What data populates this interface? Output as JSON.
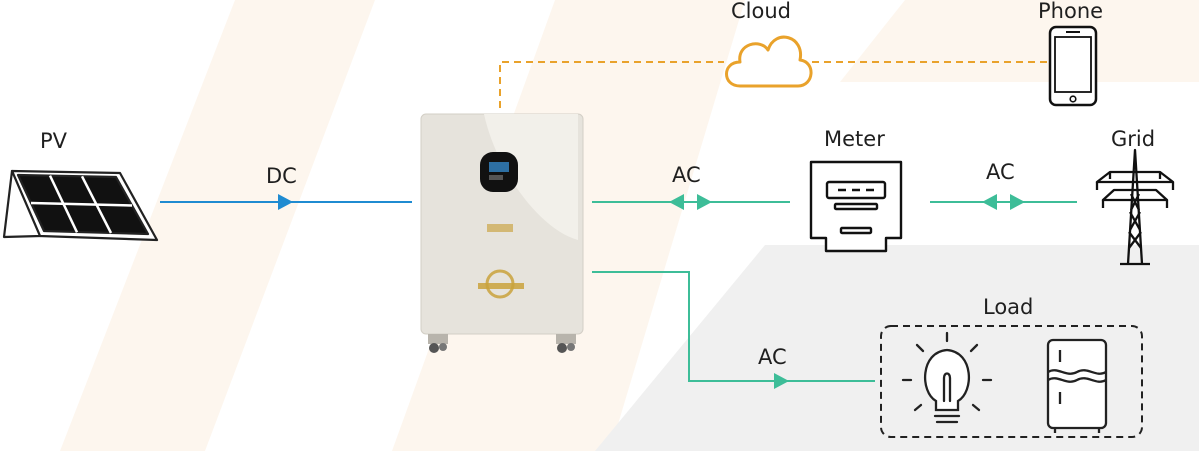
{
  "labels": {
    "pv": "PV",
    "dc": "DC",
    "cloud": "Cloud",
    "phone": "Phone",
    "meter": "Meter",
    "grid": "Grid",
    "ac_inverter_meter": "AC",
    "ac_meter_grid": "AC",
    "load": "Load",
    "ac_load": "AC"
  },
  "colors": {
    "dc_line": "#1f8bd1",
    "ac_line": "#3dbd98",
    "wifi_line": "#e9a22b",
    "background_band": "#fdf6ee",
    "load_zone": "#f0f0f0",
    "unit_body": "#e6e3dc"
  },
  "icons": {
    "pv": "solar-panel-icon",
    "cloud": "cloud-icon",
    "phone": "smartphone-icon",
    "meter": "electric-meter-icon",
    "grid": "transmission-tower-icon",
    "bulb": "light-bulb-icon",
    "fridge": "refrigerator-icon"
  }
}
